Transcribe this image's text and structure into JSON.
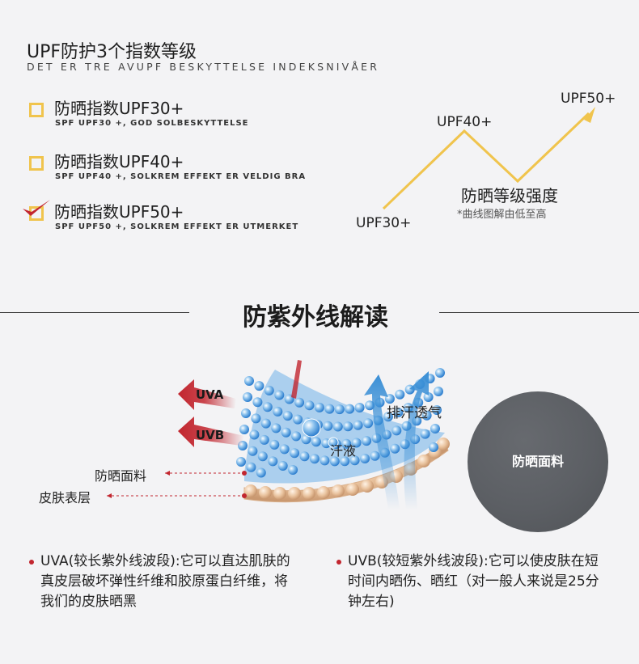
{
  "header": {
    "title": "UPF防护3个指数等级",
    "subtitle": "DET ER TRE AVUPF BESKYTTELSE INDEKSNIVÅER"
  },
  "levels": [
    {
      "title": "防晒指数UPF30+",
      "subtitle": "SPF UPF30 +, GOD SOLBESKYTTELSE",
      "checked": false
    },
    {
      "title": "防晒指数UPF40+",
      "subtitle": "SPF UPF40 +, SOLKREM EFFEKT ER VELDIG BRA",
      "checked": false
    },
    {
      "title": "防晒指数UPF50+",
      "subtitle": "SPF UPF50 +, SOLKREM EFFEKT ER UTMERKET",
      "checked": true
    }
  ],
  "curve": {
    "points": [
      "UPF30+",
      "UPF40+",
      "UPF50+"
    ],
    "title": "防晒等级强度",
    "note": "*曲线图解由低至高",
    "color": "#f0c44d"
  },
  "section": {
    "title": "防紫外线解读"
  },
  "diagram": {
    "uva_label": "UVA",
    "uvb_label": "UVB",
    "sweat_label": "汗液",
    "breath_label": "排汗透气",
    "fabric_label": "防晒面料",
    "skin_label": "皮肤表层",
    "circle_label": "防晒面料",
    "arrow_red": "#c2262f",
    "arrow_blue": "#3a8fd6"
  },
  "bullets": {
    "uva_text": "UVA(较长紫外线波段):它可以直达肌肤的真皮层破坏弹性纤维和胶原蛋白纤维，将我们的皮肤晒黑",
    "uvb_text": "UVB(较短紫外线波段):它可以使皮肤在短时间内晒伤、晒红（对一般人来说是25分钟左右)"
  }
}
